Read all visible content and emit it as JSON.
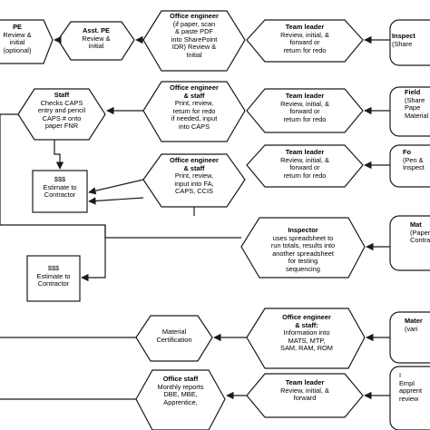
{
  "nodes": {
    "pe": {
      "title": "PE",
      "body": "Review &\ninitial\n(optional)"
    },
    "asst_pe": {
      "title": "Asst. PE",
      "body": "Review &\ninitial"
    },
    "oe1": {
      "title": "Office engineer",
      "body": "(if paper, scan\n& paste PDF\ninto SharePoint\nIDR) Review &\nInitial"
    },
    "tl1": {
      "title": "Team leader",
      "body": "Review, initial, &\nforward or\nreturn for redo"
    },
    "inspector_r": {
      "title": "Inspect",
      "body": "(Share"
    },
    "staff": {
      "title": "Staff",
      "body": "Checks CAPS\nentry and pencil\nCAPS # onto\npaper FNR"
    },
    "oe2": {
      "title": "Office engineer\n& staff",
      "body": "Print, review,\nreturn for redo\nif needed, input\ninto CAPS"
    },
    "tl2": {
      "title": "Team leader",
      "body": "Review, initial, &\nforward or\nreturn for redo"
    },
    "field_r": {
      "title": "Field",
      "body": "(Share\nPape\nMaterial"
    },
    "estimate1": {
      "title": "",
      "body": "$$$\nEstimate to\nContractor"
    },
    "oe3": {
      "title": "Office engineer\n& staff",
      "body": "Print, review,\ninput into FA,\nCAPS, CCIS"
    },
    "tl3": {
      "title": "Team leader",
      "body": "Review, initial, &\nforward or\nreturn for redo"
    },
    "foo_r": {
      "title": "Fo",
      "body": "(Pen &\nInspect"
    },
    "inspector2": {
      "title": "Inspector",
      "body": "uses spreadsheet to\nrun totals, results into\nanother spreadsheet\nfor testing\nsequencing"
    },
    "mat_r": {
      "title": "Mat",
      "body": "(Paper\nContra"
    },
    "estimate2": {
      "title": "",
      "body": "$$$\nEstimate to\nContractor"
    },
    "matcert": {
      "title": "",
      "body": "Material\nCertification"
    },
    "oe4": {
      "title": "Office engineer\n& staff:",
      "body": "Information into\nMATS, MTP,\nSAM, RAM, ROM"
    },
    "mater_r": {
      "title": "Mater",
      "body": "(vari"
    },
    "office_staff": {
      "title": "Office staff",
      "body": "Monthly reports\nDBE, MBE,\nApprentice,"
    },
    "tl5": {
      "title": "Team leader",
      "body": "Review, initial, &\nforward"
    },
    "empl_r": {
      "title": "",
      "body": "I\nEmpl\napprent\nreview"
    }
  }
}
